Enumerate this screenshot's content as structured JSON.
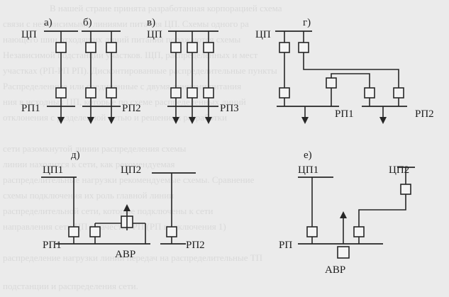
{
  "diagrams": {
    "a": {
      "letter": "а)",
      "tp_label": "ЦП",
      "rp_label": "РП1"
    },
    "b": {
      "letter": "б)",
      "rp_label": "РП2"
    },
    "v": {
      "letter": "в)",
      "tp_label": "ЦП",
      "rp_label": "РП3"
    },
    "g": {
      "letter": "г)",
      "tp_label": "ЦП",
      "rp1_label": "РП1",
      "rp2_label": "РП2"
    },
    "d": {
      "letter": "д)",
      "tp1_label": "ЦП1",
      "tp2_label": "ЦП2",
      "rp1_label": "РП1",
      "rp2_label": "РП2",
      "avr_label": "АВР"
    },
    "e": {
      "letter": "е)",
      "tp1_label": "ЦП1",
      "tp2_label": "ЦП2",
      "rp_label": "РП",
      "avr_label": "АВР"
    }
  },
  "background_text": [
    "В нашей стране принята разработанная корпорацией схема",
    "связи с независимыми линиями питания ЦП. Схемы одного ра",
    "нающего шин отходящих линий питания поражаются схемы",
    "Независимой подстанции участков. ЩП, распределенных и мест",
    "участках (РП-РП РП). Дисконтированные распределительные пункты",
    "Распределенные или соединенные с двумя линиями питания",
    "ния в исходных ЦП, которые по схеме распределенных линий",
    "отклонения с разделенной сетью и решением разработки",
    "сети разомкнутой линии распределения схемы",
    "линии находится к сети, как рекомендуемая",
    "распределительные нагрузки рекомендуемые схемы. Сравнение",
    "схемы подключения их роль главной линии",
    "распределительной сети, которые подключены к сети",
    "направления сети ЦП в качестве РП (РП подключения 1)",
    "распределение нагрузки линий передач на распределительные ТП",
    "подстанции и распределения сети."
  ]
}
